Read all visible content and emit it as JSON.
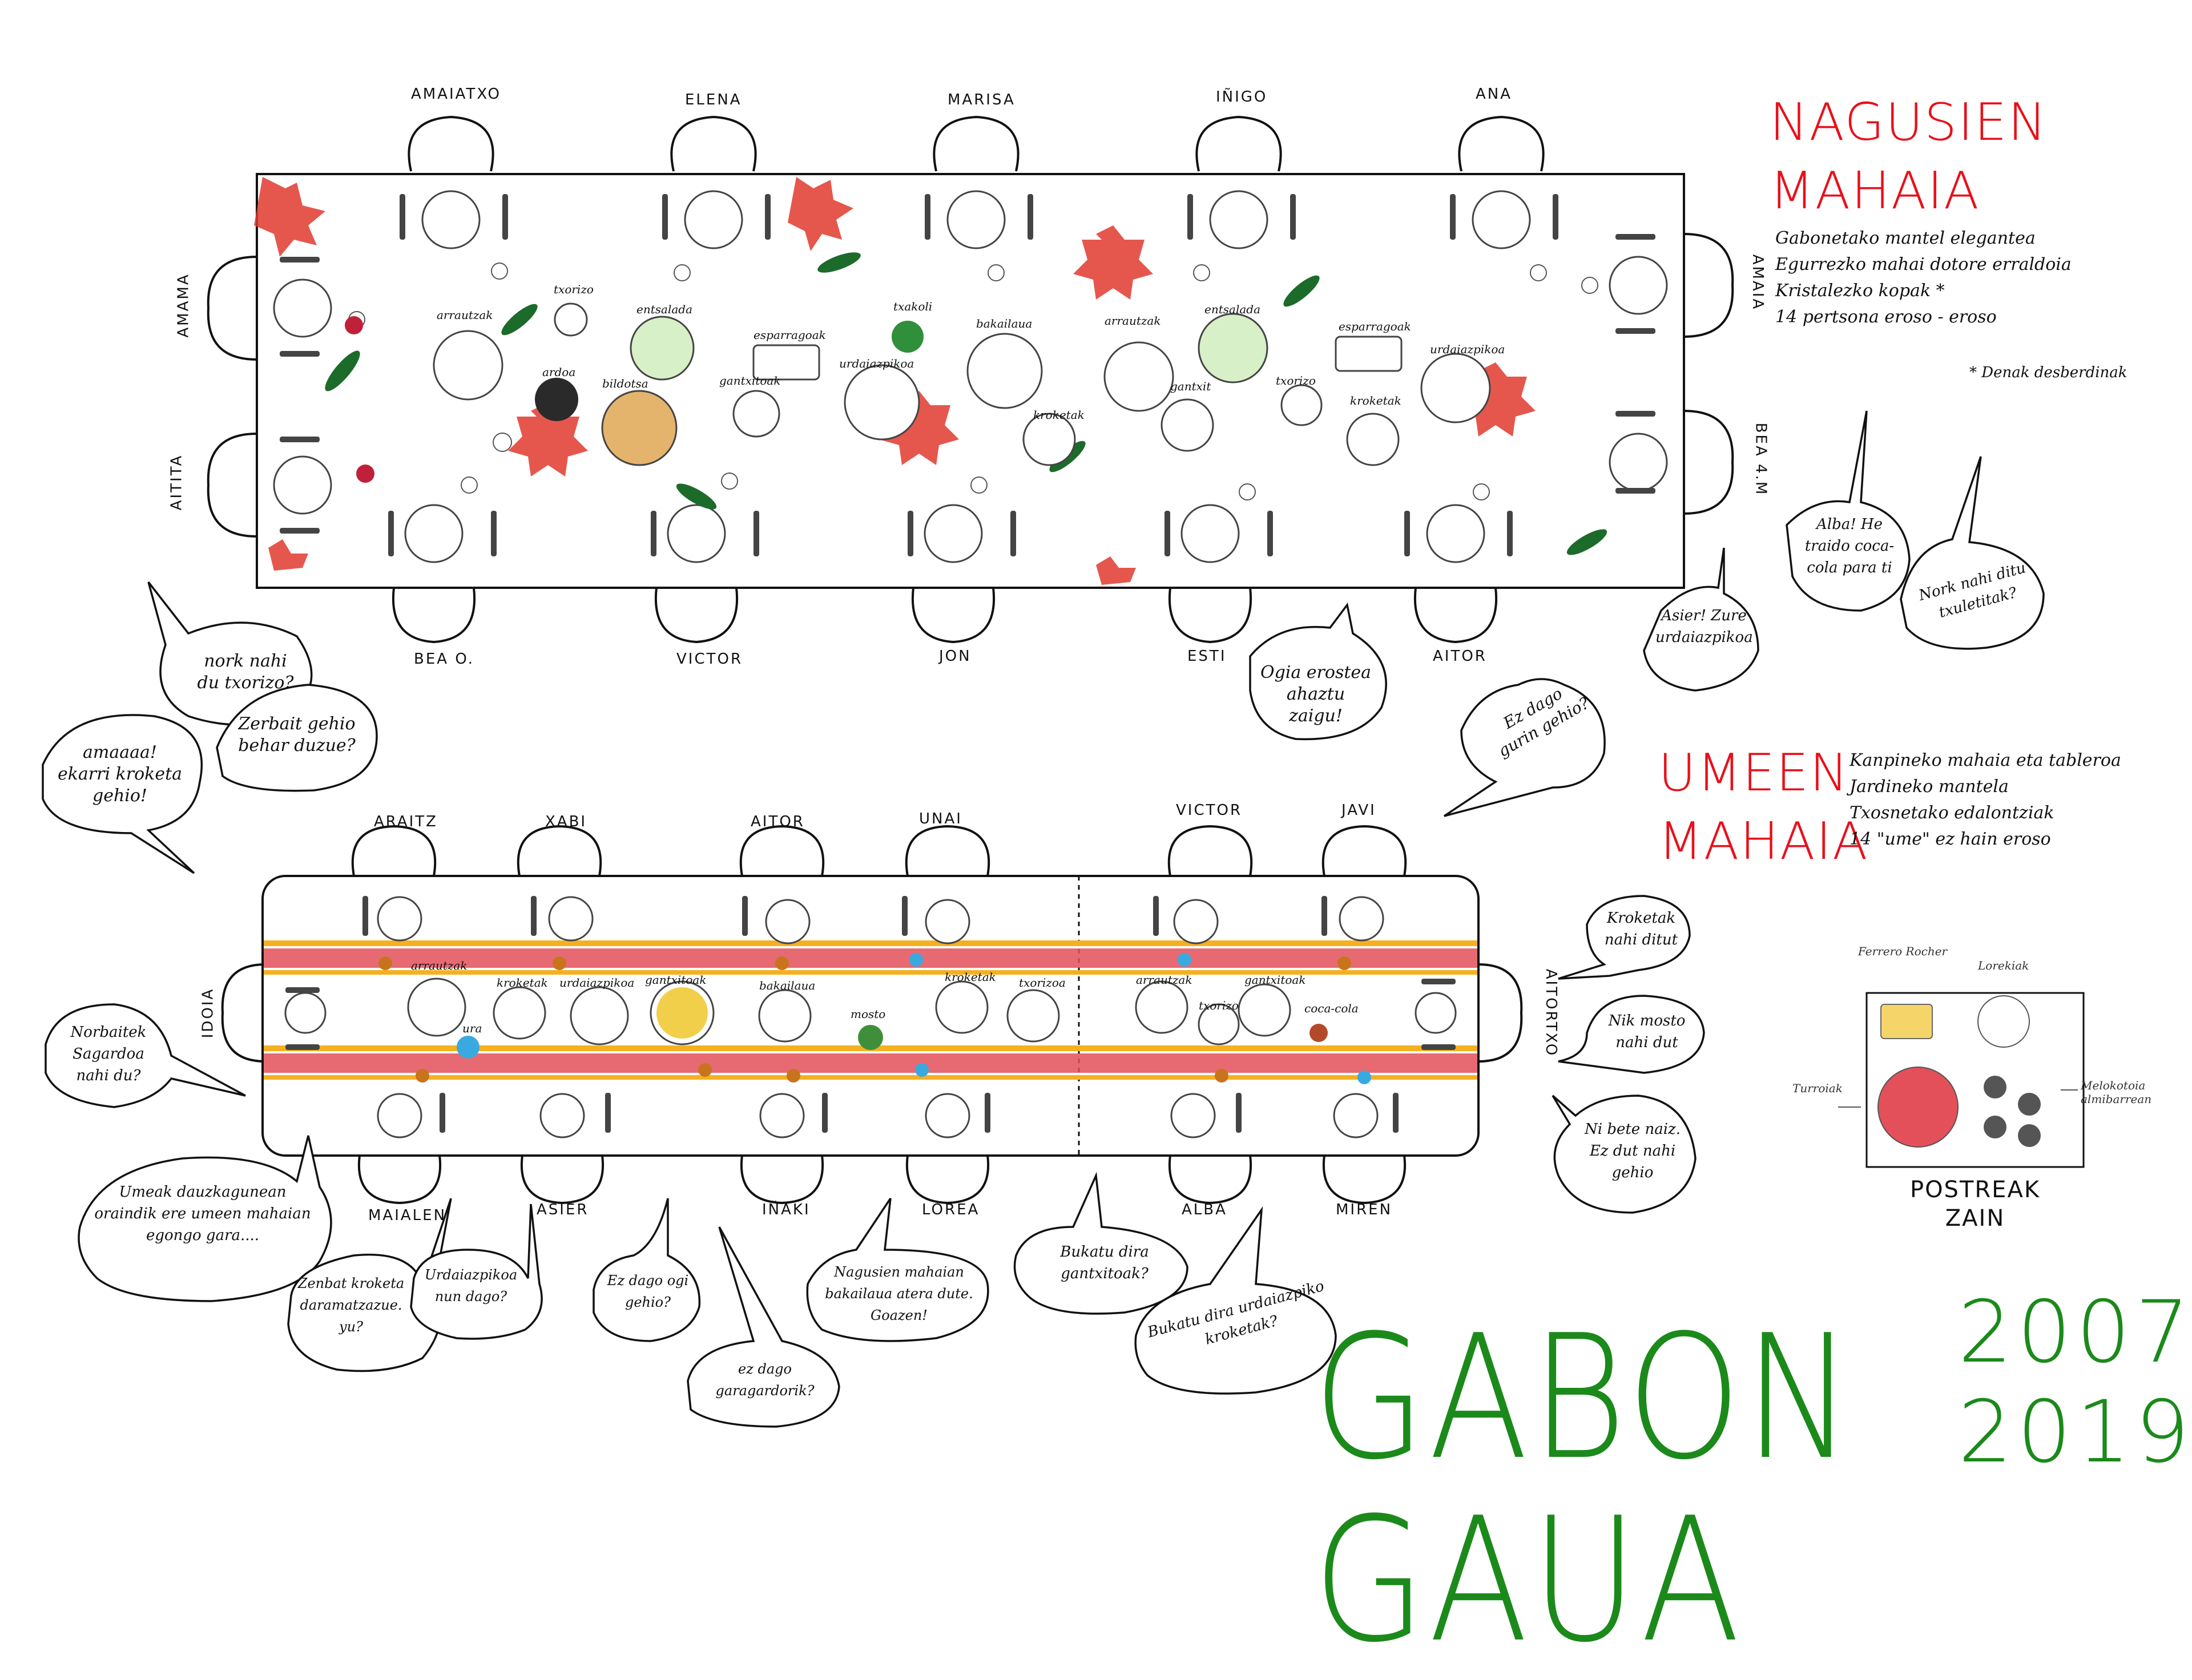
{
  "adult_table": {
    "title_line1": "NAGUSIEN",
    "title_line2": "MAHAIA",
    "description": [
      "Gabonetako mantel eleganteа",
      "Egurrezko mahai dotore erraldoia",
      "Kristalezko kopak *",
      "14 pertsona eroso - eroso"
    ],
    "footnote": "* Denak desberdinak",
    "guests_top": [
      "AMAIATXO",
      "ELENA",
      "MARISA",
      "IÑIGO",
      "ANA"
    ],
    "guests_bottom": [
      "BEA O.",
      "VICTOR",
      "JON",
      "ESTI",
      "AITOR"
    ],
    "guests_left": [
      "AMAMA",
      "AITITA"
    ],
    "guests_right": [
      "AMAIA",
      "BEA 4.M"
    ],
    "dishes": [
      "arrautzak",
      "txorizo",
      "entsalada",
      "ardoa",
      "bildotsa",
      "gantxitoak",
      "esparragoak",
      "txakoli",
      "urdaiazpikoa",
      "bakailaua",
      "arrautzak",
      "kroketak",
      "gantxit",
      "entsalada",
      "txorizo",
      "esparragoak",
      "kroketak",
      "urdaiazpikoa"
    ]
  },
  "kids_table": {
    "title_line1": "UMEEN",
    "title_line2": "MAHAIA",
    "description": [
      "Kanpineko mahaia eta tablerоa",
      "Jardineko mantela",
      "Txosnetako edalontziak",
      "14 \"ume\" ez hain eroso"
    ],
    "guests_top": [
      "ARAITZ",
      "XABI",
      "AITOR",
      "UNAI",
      "VICTOR",
      "JAVI"
    ],
    "guests_bottom": [
      "MAIALEN",
      "ASIER",
      "IÑAKI",
      "LOREA",
      "ALBA",
      "MIREN"
    ],
    "guests_left": [
      "IDOIA"
    ],
    "guests_right": [
      "AITORTXO"
    ],
    "dishes": [
      "arrautzak",
      "ura",
      "kroketak",
      "urdaiazpikoa",
      "gantxitoak",
      "bakailaua",
      "mosto",
      "kroketak",
      "txorizoa",
      "arrautzak",
      "txorizo",
      "gantxitoak",
      "coca-cola"
    ]
  },
  "bubbles": [
    "nork nahi du txorizo?",
    "amaaaa! ekarri kroketa gehio!",
    "Zerbait gehio behar duzue?",
    "Ogia erostea ahaztu zaigu!",
    "Asier! Zure urdaiazpikoa",
    "Alba! He traido coca-cola para ti",
    "Nork nahi ditu txuletitak?",
    "Ez dago gurin gehio?",
    "Kroketak nahi ditut",
    "Nik mosto nahi dut",
    "Ni bete naiz. Ez dut nahi gehio",
    "Norbaitek Sagardoa nahi du?",
    "Umeak dauzkagunean oraindik ere umeen mahaian egongo gara....",
    "Zenbat kroketa daramatzazue. yu?",
    "Urdaiazpikoa nun dago?",
    "Ez dago ogi gehio?",
    "ez dago garagardorik?",
    "Nagusien mahaian bakailaua atera dute. Goazen!",
    "Bukatu dira gantxitoak?",
    "Bukatu dira urdaiazpiko kroketak?"
  ],
  "desserts": {
    "title_line1": "POSTREAK",
    "title_line2": "ZAIN",
    "labels": [
      "Ferrero Rocher",
      "Lorekiak",
      "Turroiak",
      "Melokotoia almibarrean"
    ]
  },
  "main_title": {
    "text": "GABON GAUA",
    "year1": "2007",
    "year2": "2019"
  },
  "colors": {
    "red": "#e8101a",
    "green": "#1b8a1b",
    "poinsettia": "#e03a2e"
  }
}
